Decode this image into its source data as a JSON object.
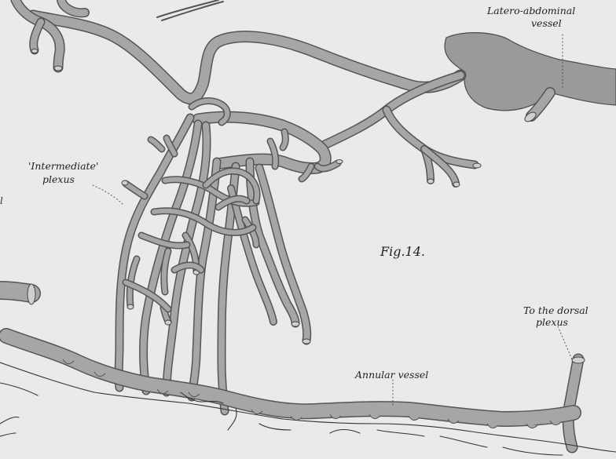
{
  "figure": {
    "label": "Fig.14."
  },
  "labels": {
    "latero_abdominal_line1": "Latero-abdominal",
    "latero_abdominal_line2": "vessel",
    "intermediate_line1": "'Intermediate'",
    "intermediate_line2": "plexus",
    "dorsal_line1": "To the dorsal",
    "dorsal_line2": "plexus",
    "annular": "Annular vessel",
    "left_fragment": "l"
  }
}
